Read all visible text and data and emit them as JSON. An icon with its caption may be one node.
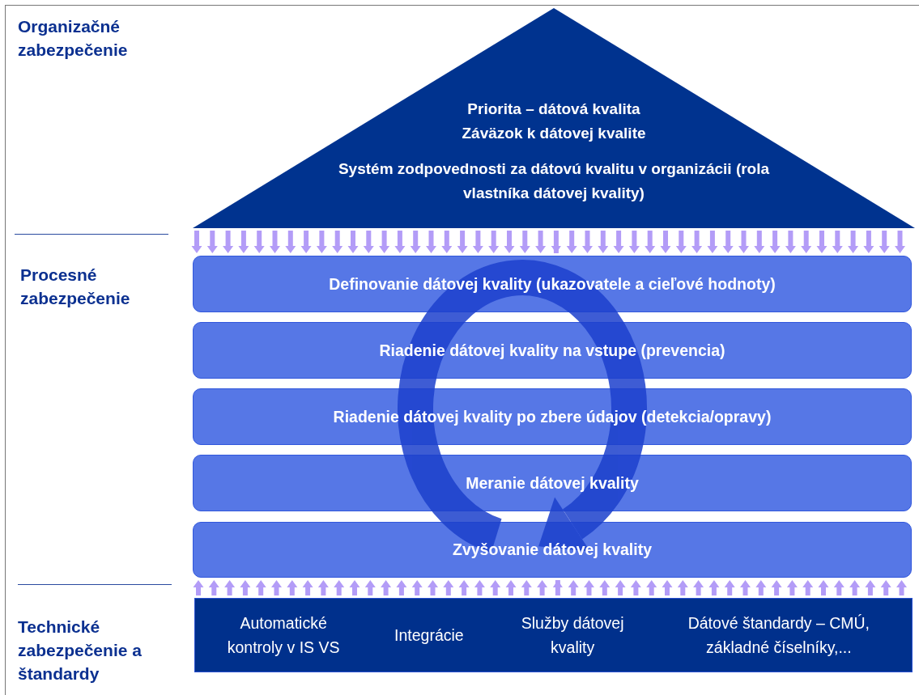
{
  "diagram": {
    "nodes": [
      {
        "text": [
          "Priorita – dátová kvalita",
          "Záväzok k dátovej kvalite",
          "Systém zodpovednosti za dátovú kvalitu v organizácii (rola vlastníka dátovej kvality)"
        ]
      },
      {
        "text": [
          "Definovanie dátovej kvality (ukazovatele a cieľové hodnoty)"
        ]
      },
      {
        "text": [
          "Riadenie dátovej kvality na vstupe (prevencia)"
        ]
      },
      {
        "text": [
          "Riadenie dátovej kvality po zbere údajov (detekcia/opravy)"
        ]
      },
      {
        "text": [
          "Meranie dátovej kvality"
        ]
      },
      {
        "text": [
          "Zvyšovanie dátovej kvality"
        ]
      },
      {
        "text": [
          "Automatické kontroly v IS VS",
          "Integrácie",
          "Služby dátovej kvality",
          "Dátové štandardy – CMÚ, základné číselníky,..."
        ]
      }
    ],
    "edges": [
      {
        "from": 0,
        "to": 1,
        "arrow": "to"
      },
      {
        "from": 6,
        "to": 5,
        "arrow": "to"
      }
    ],
    "labels": [
      "Organizačné zabezpečenie",
      "Procesné zabezpečenie",
      "Technické zabezpečenie a štandardy"
    ]
  }
}
